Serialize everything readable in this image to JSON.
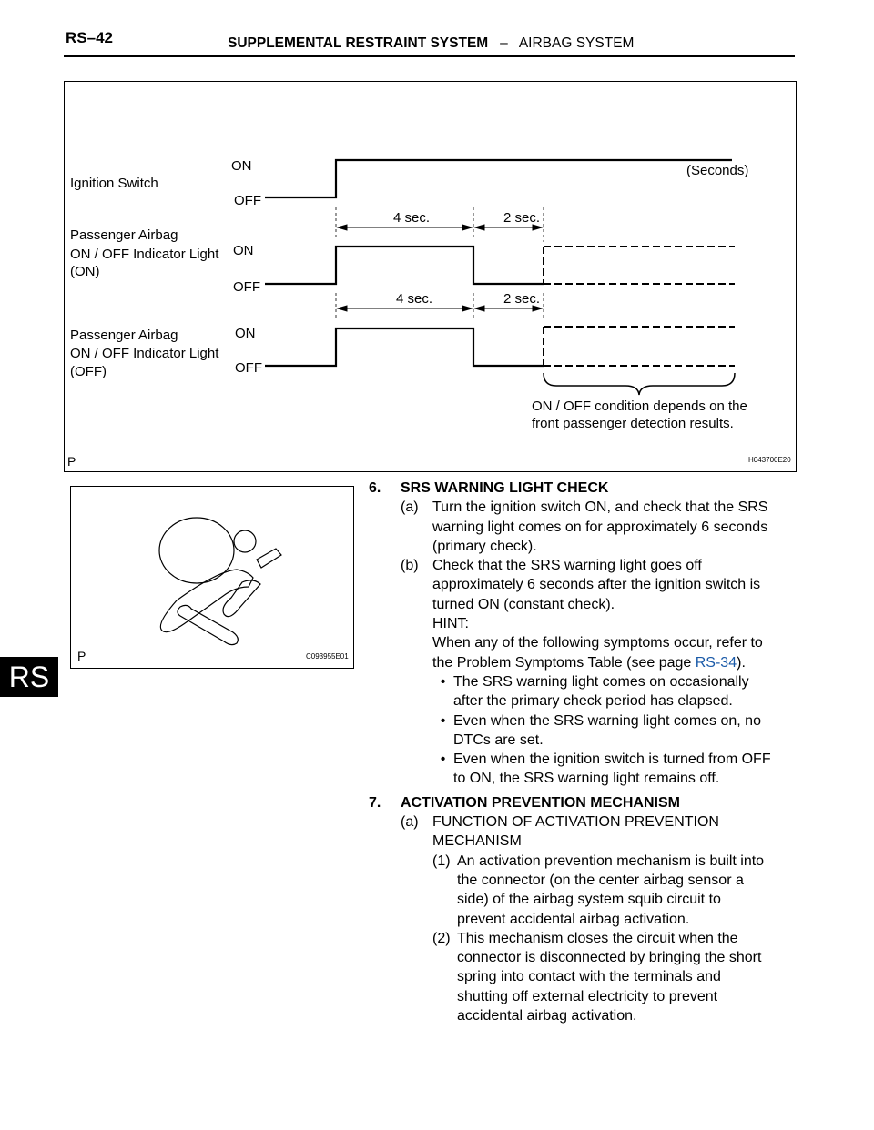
{
  "header": {
    "page_number": "RS–42",
    "title_bold": "SUPPLEMENTAL RESTRAINT SYSTEM",
    "title_sep": "–",
    "title_rest": "AIRBAG SYSTEM"
  },
  "side_tab": "RS",
  "figure1": {
    "labels": {
      "ignition": "Ignition Switch",
      "pa_on_1": "Passenger Airbag",
      "pa_on_2": "ON / OFF Indicator Light",
      "pa_on_3": "(ON)",
      "pa_off_1": "Passenger Airbag",
      "pa_off_2": "ON / OFF Indicator Light",
      "pa_off_3": "(OFF)",
      "on": "ON",
      "off": "OFF",
      "seconds": "(Seconds)",
      "four_sec": "4 sec.",
      "two_sec": "2 sec.",
      "note_1": "ON / OFF condition depends on the",
      "note_2": "front passenger detection results."
    },
    "corner": "P",
    "code": "H043700E20"
  },
  "figure2": {
    "corner": "P",
    "code": "C093955E01"
  },
  "sections": {
    "s6": {
      "number": "6.",
      "title": "SRS WARNING LIGHT CHECK",
      "a_label": "(a)",
      "a_lines": [
        "Turn the ignition switch ON, and check that the SRS",
        "warning light comes on for approximately 6 seconds",
        "(primary check)."
      ],
      "b_label": "(b)",
      "b_lines": [
        "Check that the SRS warning light goes off",
        "approximately 6 seconds after the ignition switch is",
        "turned ON (constant check)."
      ],
      "hint": "HINT:",
      "hint_line1": "When any of the following symptoms occur, refer to",
      "hint_line2_pre": "the Problem Symptoms Table (see page ",
      "hint_link": "RS-34",
      "hint_line2_post": ").",
      "bullet_char": "•",
      "bullets": [
        [
          "The SRS warning light comes on occasionally",
          "after the primary check period has elapsed."
        ],
        [
          "Even when the SRS warning light comes on, no",
          "DTCs are set."
        ],
        [
          "Even when the ignition switch is turned from OFF",
          "to ON, the SRS warning light remains off."
        ]
      ]
    },
    "s7": {
      "number": "7.",
      "title": "ACTIVATION PREVENTION MECHANISM",
      "a_label": "(a)",
      "a_lines": [
        "FUNCTION OF ACTIVATION PREVENTION",
        "MECHANISM"
      ],
      "items": [
        {
          "label": "(1)",
          "lines": [
            "An activation prevention mechanism is built into",
            "the connector (on the center airbag sensor a",
            "side) of the airbag system squib circuit to",
            "prevent accidental airbag activation."
          ]
        },
        {
          "label": "(2)",
          "lines": [
            "This mechanism closes the circuit when the",
            "connector is disconnected by bringing the short",
            "spring into contact with the terminals and",
            "shutting off external electricity to prevent",
            "accidental airbag activation."
          ]
        }
      ]
    }
  }
}
